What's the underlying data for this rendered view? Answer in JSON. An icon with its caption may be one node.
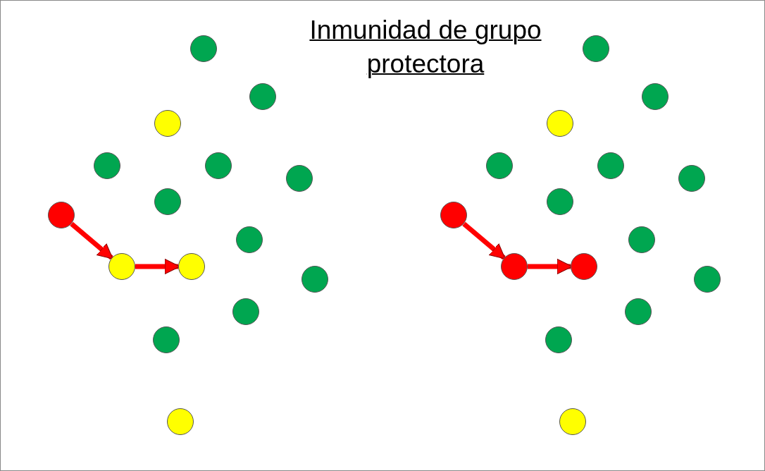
{
  "diagram": {
    "title": "Inmunidad de grupo protectora",
    "nodes": [
      {
        "text": [],
        "shape": "circle"
      },
      {
        "text": [],
        "shape": "circle"
      },
      {
        "text": [],
        "shape": "circle"
      },
      {
        "text": [],
        "shape": "circle"
      },
      {
        "text": [],
        "shape": "circle"
      },
      {
        "text": [],
        "shape": "circle"
      },
      {
        "text": [],
        "shape": "circle"
      },
      {
        "text": [],
        "shape": "circle"
      },
      {
        "text": [],
        "shape": "circle"
      },
      {
        "text": [],
        "shape": "circle"
      },
      {
        "text": [],
        "shape": "circle"
      },
      {
        "text": [],
        "shape": "circle"
      },
      {
        "text": [],
        "shape": "circle"
      },
      {
        "text": [],
        "shape": "circle"
      },
      {
        "text": [],
        "shape": "circle"
      },
      {
        "text": [],
        "shape": "circle"
      },
      {
        "text": [],
        "shape": "circle"
      },
      {
        "text": [],
        "shape": "circle"
      },
      {
        "text": [],
        "shape": "circle"
      },
      {
        "text": [],
        "shape": "circle"
      },
      {
        "text": [],
        "shape": "circle"
      },
      {
        "text": [],
        "shape": "circle"
      },
      {
        "text": [],
        "shape": "circle"
      },
      {
        "text": [],
        "shape": "circle"
      },
      {
        "text": [],
        "shape": "circle"
      },
      {
        "text": [],
        "shape": "circle"
      },
      {
        "text": [],
        "shape": "circle"
      },
      {
        "text": [],
        "shape": "circle"
      },
      {
        "text": [],
        "shape": "circle"
      },
      {
        "text": [],
        "shape": "circle"
      }
    ],
    "edges": [
      {
        "from": 7,
        "to": 9,
        "arrow": "to"
      },
      {
        "from": 9,
        "to": 10,
        "arrow": "to"
      },
      {
        "from": 22,
        "to": 24,
        "arrow": "to"
      },
      {
        "from": 24,
        "to": 25,
        "arrow": "to"
      }
    ]
  }
}
